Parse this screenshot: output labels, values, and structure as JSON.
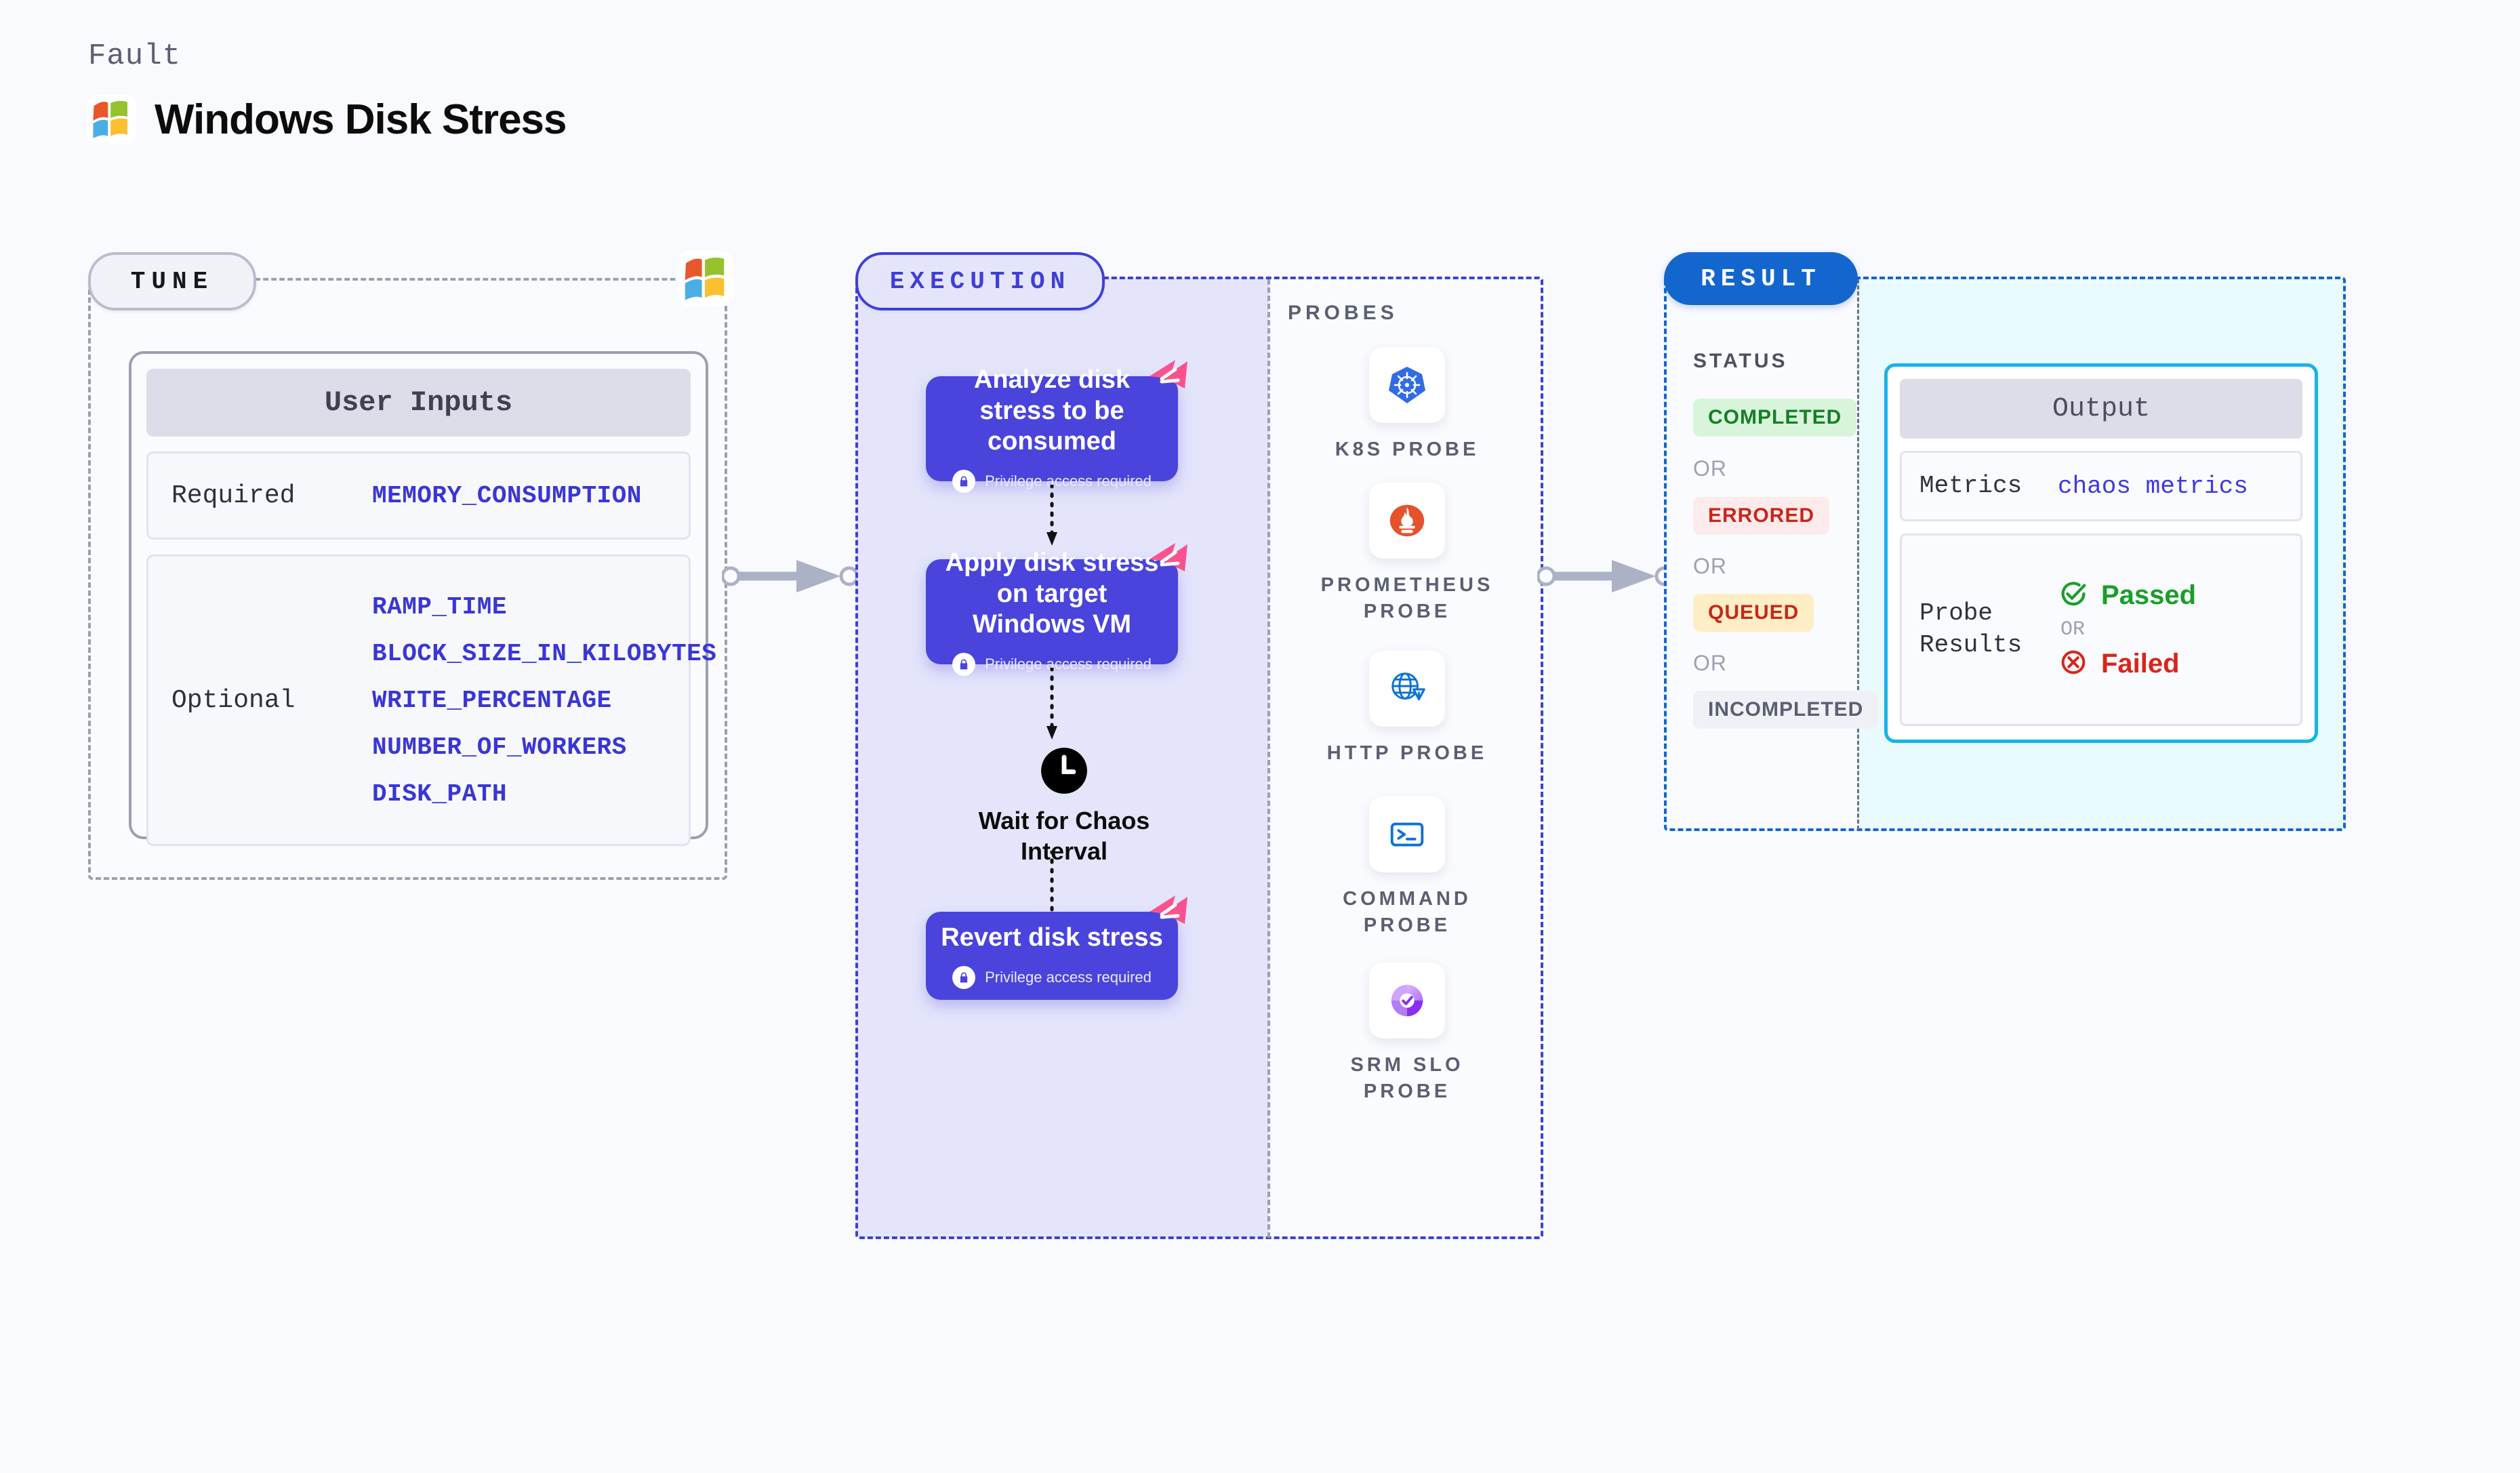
{
  "header": {
    "kicker": "Fault",
    "title": "Windows Disk Stress",
    "logo_icon": "windows-logo-icon"
  },
  "tune": {
    "pill_label": "TUNE",
    "logo_icon": "windows-logo-icon",
    "card_title": "User Inputs",
    "groups": [
      {
        "label": "Required",
        "values": [
          "MEMORY_CONSUMPTION"
        ]
      },
      {
        "label": "Optional",
        "values": [
          "RAMP_TIME",
          "BLOCK_SIZE_IN_KILOBYTES",
          "WRITE_PERCENTAGE",
          "NUMBER_OF_WORKERS",
          "DISK_PATH"
        ]
      }
    ]
  },
  "execution": {
    "pill_label": "EXECUTION",
    "steps": [
      {
        "title": "Analyze disk stress to be consumed",
        "privilege": "Privilege access required",
        "badge_icon": "chaos-badge-icon",
        "lock_icon": "lock-icon"
      },
      {
        "title": "Apply disk stress on target Windows VM",
        "privilege": "Privilege access required",
        "badge_icon": "chaos-badge-icon",
        "lock_icon": "lock-icon"
      },
      {
        "title": "Revert disk stress",
        "privilege": "Privilege access required",
        "badge_icon": "chaos-badge-icon",
        "lock_icon": "lock-icon"
      }
    ],
    "wait": {
      "label": "Wait for Chaos Interval",
      "icon": "clock-icon"
    },
    "probes_label": "PROBES",
    "probes": [
      {
        "name": "K8S PROBE",
        "icon": "kubernetes-icon"
      },
      {
        "name": "PROMETHEUS PROBE",
        "icon": "prometheus-icon"
      },
      {
        "name": "HTTP PROBE",
        "icon": "http-globe-warning-icon"
      },
      {
        "name": "COMMAND PROBE",
        "icon": "terminal-icon"
      },
      {
        "name": "SRM SLO PROBE",
        "icon": "srm-slo-icon"
      }
    ]
  },
  "result": {
    "pill_label": "RESULT",
    "status_label": "STATUS",
    "or_text": "OR",
    "statuses": [
      {
        "label": "COMPLETED",
        "bg": "#d8f5dc",
        "fg": "#158024"
      },
      {
        "label": "ERRORED",
        "bg": "#fdeaea",
        "fg": "#c8261c"
      },
      {
        "label": "QUEUED",
        "bg": "#fdeec5",
        "fg": "#c8261c"
      },
      {
        "label": "INCOMPLETED",
        "bg": "#f0f1f6",
        "fg": "#5a5f73"
      }
    ],
    "output": {
      "title": "Output",
      "metrics_label": "Metrics",
      "metrics_value": "chaos metrics",
      "probe_results_label": "Probe Results",
      "passed_label": "Passed",
      "failed_label": "Failed",
      "or_text": "OR",
      "passed_icon": "check-circle-icon",
      "failed_icon": "x-circle-icon"
    }
  },
  "colors": {
    "background": "#f9fafd",
    "tune_dash": "#9aa0b0",
    "execution_dash": "#3f3fd6",
    "execution_fill": "#e4e5fb",
    "result_dash": "#1366cd",
    "result_fill": "#e9fbfe",
    "step_card": "#4a44dd",
    "chaos_pink": "#f9538f",
    "output_border": "#16b3e8",
    "accent_blue_text": "#3a36d6"
  }
}
